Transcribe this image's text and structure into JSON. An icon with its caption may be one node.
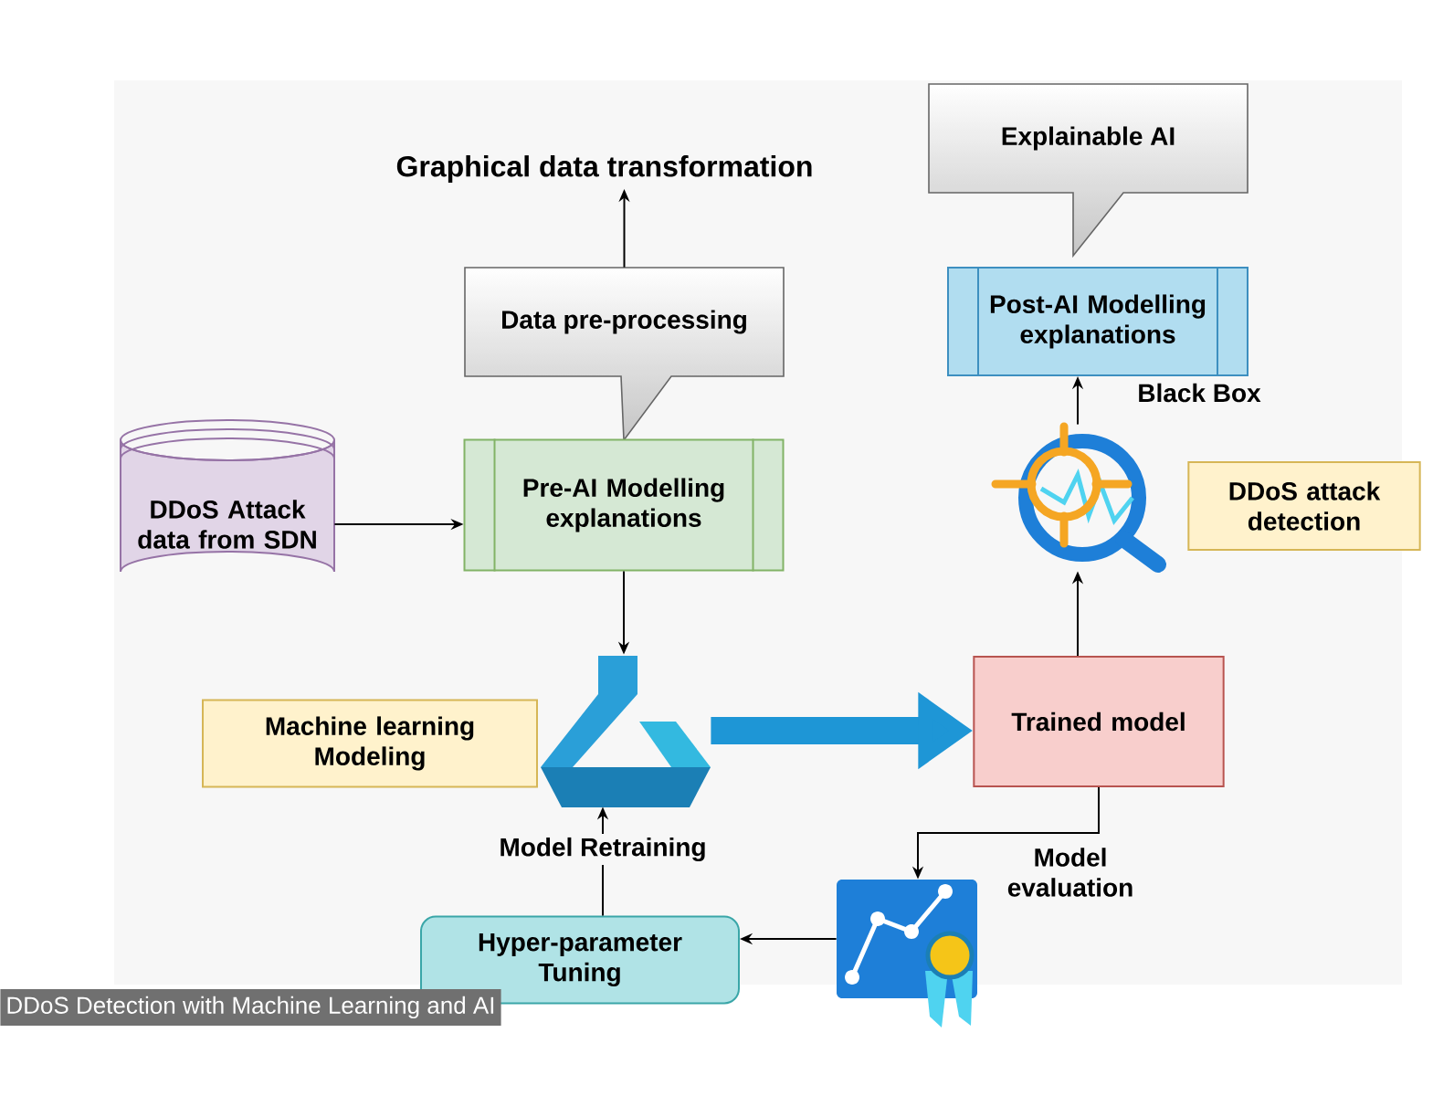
{
  "diagram": {
    "caption": "DDoS Detection with Machine Learning and AI",
    "nodes": [
      {
        "text": [
          "Graphical data transformation"
        ]
      },
      {
        "text": [
          "Explainable AI"
        ]
      },
      {
        "text": [
          "Data pre-processing"
        ]
      },
      {
        "text": [
          "Post-AI Modelling explanations"
        ]
      },
      {
        "text": [
          "DDoS Attack data from SDN"
        ]
      },
      {
        "text": [
          "Pre-AI Modelling explanations"
        ]
      },
      {
        "text": [],
        "shape": "magnifier"
      },
      {
        "text": [
          "DDoS attack detection"
        ]
      },
      {
        "text": [
          "Machine learning Modeling"
        ]
      },
      {
        "text": [],
        "shape": "flask"
      },
      {
        "text": [
          "Trained model"
        ]
      },
      {
        "text": [],
        "shape": "chart",
        "beside": [
          "Model evaluation"
        ]
      },
      {
        "text": [
          "Hyper-parameter Tuning"
        ]
      }
    ],
    "edges": [
      {
        "from": 2,
        "to": 0,
        "arrow": "to"
      },
      {
        "from": 4,
        "to": 5,
        "arrow": "to"
      },
      {
        "from": 5,
        "to": 9,
        "arrow": "to"
      },
      {
        "from": 6,
        "to": 3,
        "arrow": "to",
        "label": "Black Box"
      },
      {
        "from": 9,
        "to": 10,
        "arrow": "to",
        "style": "thick",
        "color": "#1e96d6"
      },
      {
        "from": 10,
        "to": 6,
        "arrow": "to"
      },
      {
        "from": 10,
        "to": 11,
        "arrow": "to"
      },
      {
        "from": 11,
        "to": 12,
        "arrow": "to"
      },
      {
        "from": 12,
        "to": 9,
        "arrow": "to",
        "label": "Model Retraining"
      }
    ]
  }
}
